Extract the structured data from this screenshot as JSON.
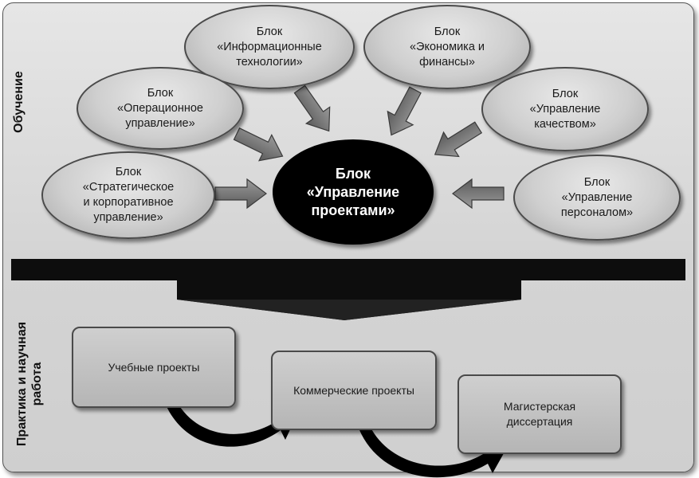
{
  "side_labels": {
    "training": "Обучение",
    "practice_line1": "Практика и научная",
    "practice_line2": "работа"
  },
  "center_block": [
    "Блок",
    "«Управление",
    "проектами»"
  ],
  "blocks": {
    "it": [
      "Блок",
      "«Информационные",
      "технологии»"
    ],
    "economics": [
      "Блок",
      "«Экономика и",
      "финансы»"
    ],
    "operations": [
      "Блок",
      "«Операционное",
      "управление»"
    ],
    "quality": [
      "Блок",
      "«Управление",
      "качеством»"
    ],
    "strategic": [
      "Блок",
      "«Стратегическое",
      "и корпоративное",
      "управление»"
    ],
    "personnel": [
      "Блок",
      "«Управление",
      "персоналом»"
    ]
  },
  "practice": {
    "educational": [
      "Учебные проекты"
    ],
    "commercial": [
      "Коммерческие проекты"
    ],
    "master": [
      "Магистерская",
      "диссертация"
    ]
  }
}
